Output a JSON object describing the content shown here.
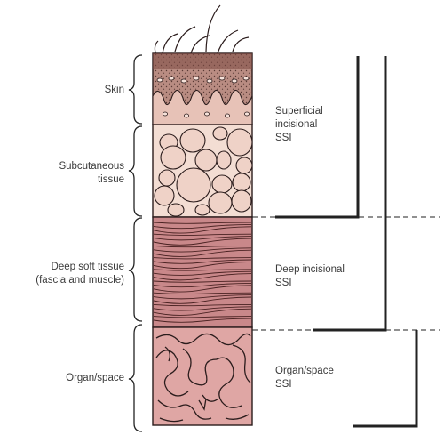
{
  "layers": {
    "skin": "Skin",
    "subcutaneous": [
      "Subcutaneous",
      "tissue"
    ],
    "deep": [
      "Deep soft tissue",
      "(fascia and muscle)"
    ],
    "organ": "Organ/space"
  },
  "ssi": {
    "superficial": [
      "Superficial",
      "incisional",
      "SSI"
    ],
    "deep": [
      "Deep incisional",
      "SSI"
    ],
    "organ": [
      "Organ/space",
      "SSI"
    ]
  },
  "colors": {
    "skin": "#b98c82",
    "fat": "#f3ddd3",
    "muscle": "#c9888a",
    "organ": "#dfa6a4",
    "outline": "#2b1c1c",
    "bracket": "#222222"
  }
}
